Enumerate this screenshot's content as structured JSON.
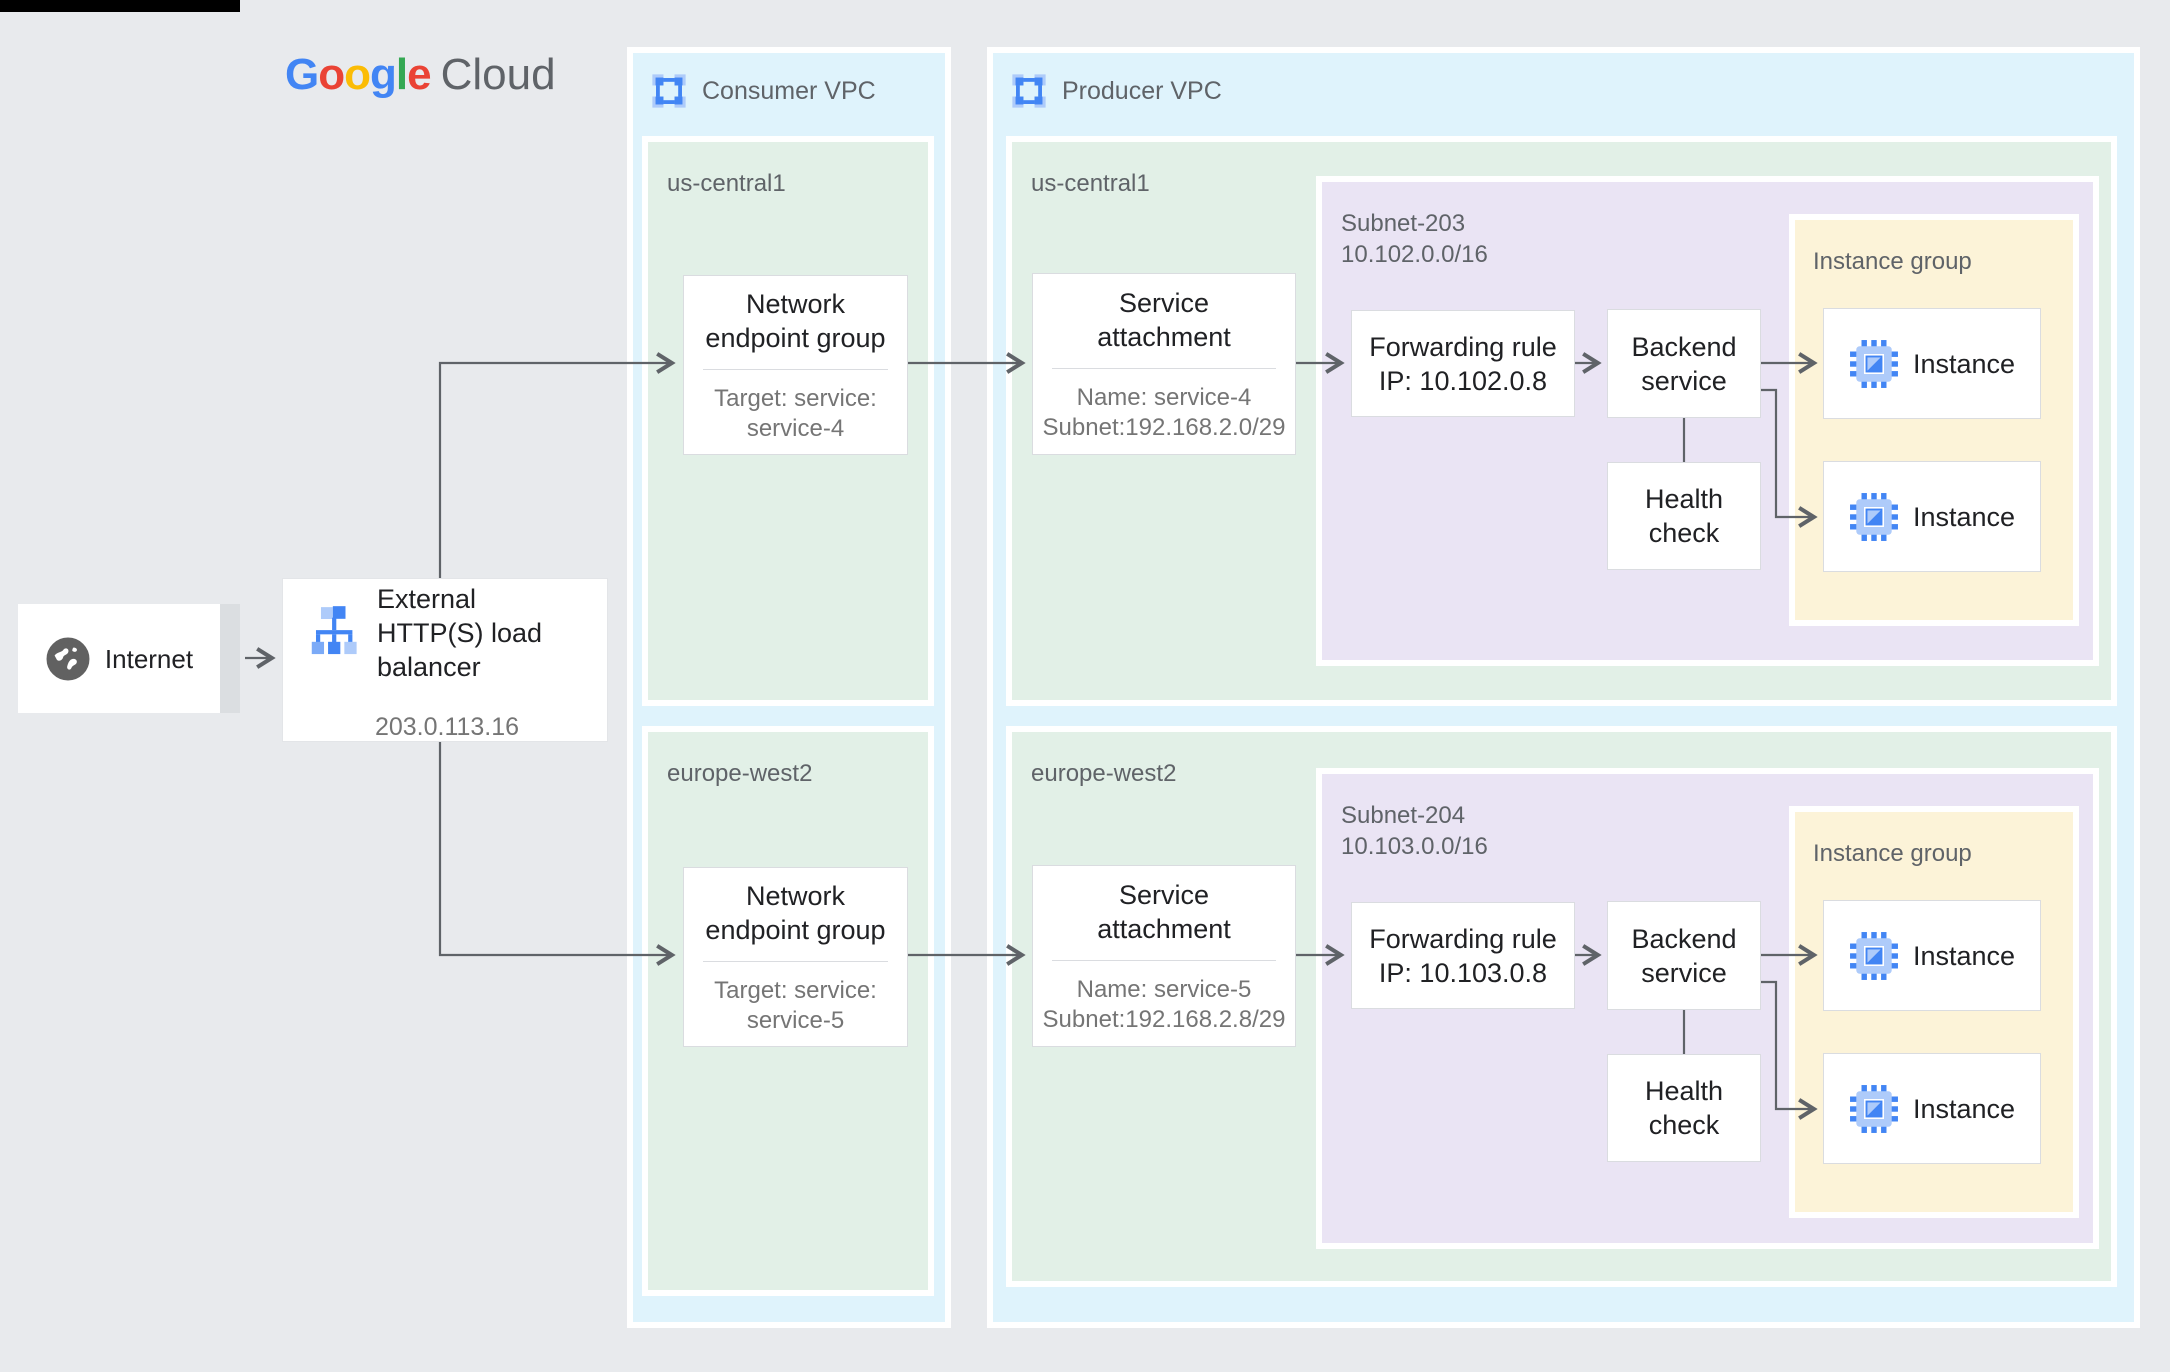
{
  "logo": {
    "letters": [
      {
        "ch": "G",
        "color": "#4285F4"
      },
      {
        "ch": "o",
        "color": "#EA4335"
      },
      {
        "ch": "o",
        "color": "#FBBC05"
      },
      {
        "ch": "g",
        "color": "#4285F4"
      },
      {
        "ch": "l",
        "color": "#34A853"
      },
      {
        "ch": "e",
        "color": "#EA4335"
      }
    ],
    "suffix": "Cloud"
  },
  "internet": {
    "label": "Internet"
  },
  "load_balancer": {
    "title": "External HTTP(S) load balancer",
    "ip": "203.0.113.16"
  },
  "consumer_vpc": {
    "title": "Consumer VPC",
    "regions": [
      {
        "name": "us-central1",
        "neg": {
          "title": "Network endpoint group",
          "sub_lines": [
            "Target: service:",
            "service-4"
          ]
        }
      },
      {
        "name": "europe-west2",
        "neg": {
          "title": "Network endpoint group",
          "sub_lines": [
            "Target: service:",
            "service-5"
          ]
        }
      }
    ]
  },
  "producer_vpc": {
    "title": "Producer VPC",
    "regions": [
      {
        "name": "us-central1",
        "service_attachment": {
          "title": "Service attachment",
          "sub_lines": [
            "Name: service-4",
            "Subnet:192.168.2.0/29"
          ]
        },
        "subnet": {
          "name": "Subnet-203",
          "cidr": "10.102.0.0/16",
          "forwarding_rule_lines": [
            "Forwarding rule",
            "IP: 10.102.0.8"
          ],
          "backend_service": "Backend service",
          "health_check": "Health check",
          "instance_group": {
            "label": "Instance group",
            "instances": [
              "Instance",
              "Instance"
            ]
          }
        }
      },
      {
        "name": "europe-west2",
        "service_attachment": {
          "title": "Service attachment",
          "sub_lines": [
            "Name: service-5",
            "Subnet:192.168.2.8/29"
          ]
        },
        "subnet": {
          "name": "Subnet-204",
          "cidr": "10.103.0.0/16",
          "forwarding_rule_lines": [
            "Forwarding rule",
            "IP: 10.103.0.8"
          ],
          "backend_service": "Backend service",
          "health_check": "Health check",
          "instance_group": {
            "label": "Instance group",
            "instances": [
              "Instance",
              "Instance"
            ]
          }
        }
      }
    ]
  },
  "colors": {
    "bg": "#E8EAED",
    "panel-blue": "#DFF3FC",
    "region-green": "#E2F0E7",
    "subnet-purple": "#EAE4F4",
    "group-yellow": "#FCF3D8",
    "arrow": "#5F6368",
    "text-dark": "#202124",
    "text-gray": "#757575",
    "label-gray": "#5F6368",
    "node-border": "#DADCE0"
  }
}
